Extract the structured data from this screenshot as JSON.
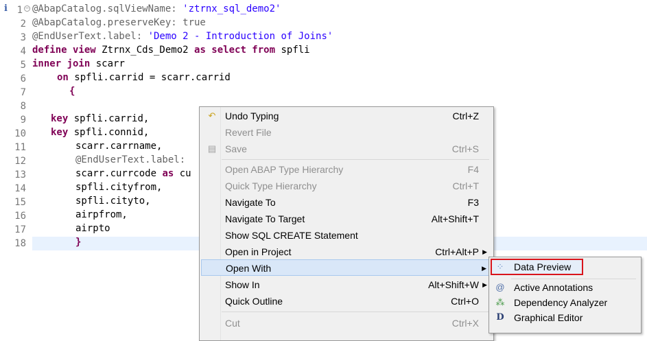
{
  "editor": {
    "line_numbers": [
      "1",
      "2",
      "3",
      "4",
      "5",
      "6",
      "7",
      "8",
      "9",
      "10",
      "11",
      "12",
      "13",
      "14",
      "15",
      "16",
      "17",
      "18"
    ],
    "lines": {
      "l1": "@AbapCatalog.sqlViewName: ",
      "l1_str": "'ztrnx_sql_demo2'",
      "l2": "@AbapCatalog.preserveKey: true",
      "l3": "@EndUserText.label: ",
      "l3_str": "'Demo 2 - Introduction of Joins'",
      "l4_kw1": "define view",
      "l4_t1": " Ztrnx_Cds_Demo2 ",
      "l4_kw2": "as select from",
      "l4_t2": " spfli",
      "l5_kw": "inner join",
      "l5_t": " scarr",
      "l6_kw": "on",
      "l6_t": " spfli.carrid = scarr.carrid",
      "l7": "{",
      "l9_kw": "key",
      "l9_t": " spfli.carrid,",
      "l10_kw": "key",
      "l10_t": " spfli.connid,",
      "l11": "scarr.carrname,",
      "l12": "@EndUserText.label:",
      "l13_t1": "scarr.currcode ",
      "l13_kw": "as",
      "l13_t2": " cu",
      "l14": "spfli.cityfrom,",
      "l15": "spfli.cityto,",
      "l16": "airpfrom,",
      "l17": "airpto",
      "l18": "}"
    }
  },
  "context_menu": {
    "items": [
      {
        "label": "Undo Typing",
        "shortcut": "Ctrl+Z",
        "icon": "undo-icon"
      },
      {
        "label": "Revert File",
        "shortcut": ""
      },
      {
        "label": "Save",
        "shortcut": "Ctrl+S",
        "icon": "save-icon"
      },
      {
        "label": "Open ABAP Type Hierarchy",
        "shortcut": "F4"
      },
      {
        "label": "Quick Type Hierarchy",
        "shortcut": "Ctrl+T"
      },
      {
        "label": "Navigate To",
        "shortcut": "F3"
      },
      {
        "label": "Navigate To Target",
        "shortcut": "Alt+Shift+T"
      },
      {
        "label": "Show SQL CREATE Statement",
        "shortcut": ""
      },
      {
        "label": "Open in Project",
        "shortcut": "Ctrl+Alt+P"
      },
      {
        "label": "Open With",
        "shortcut": ""
      },
      {
        "label": "Show In",
        "shortcut": "Alt+Shift+W"
      },
      {
        "label": "Quick Outline",
        "shortcut": "Ctrl+O"
      },
      {
        "label": "Cut",
        "shortcut": "Ctrl+X"
      }
    ]
  },
  "submenu": {
    "items": [
      {
        "label": "Data Preview",
        "icon": "data-preview-icon"
      },
      {
        "label": "Active Annotations",
        "icon": "at-sign-icon"
      },
      {
        "label": "Dependency Analyzer",
        "icon": "tree-icon"
      },
      {
        "label": "Graphical Editor",
        "icon": "d-letter-icon"
      }
    ]
  },
  "colors": {
    "keyword": "#7f0055",
    "string": "#2a00ff",
    "annotation": "#646464",
    "highlight_border": "#d9141b",
    "menu_hover": "#d9e7f8"
  }
}
